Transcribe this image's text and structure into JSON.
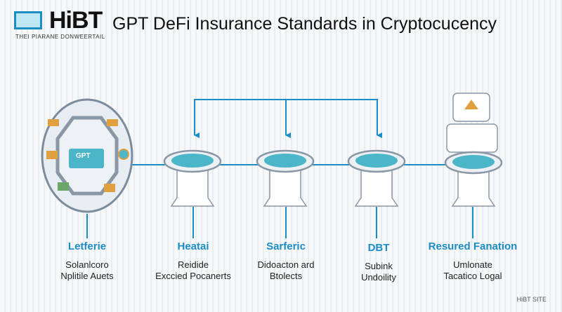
{
  "header": {
    "logo_text": "HiBT",
    "logo_subtitle": "THEI PIARANE DONWEERTAIL",
    "title": "GPT DeFi Insurance Standards in Cryptocucency"
  },
  "hub": {
    "label": "GPT"
  },
  "stages": [
    {
      "heading": "Letferie",
      "lines": [
        "Solanlcoro",
        "Nplitile Auets"
      ]
    },
    {
      "heading": "Heatai",
      "lines": [
        "Reidide",
        "Exccied Pocanerts"
      ]
    },
    {
      "heading": "Sarferic",
      "lines": [
        "Didoacton ard",
        "Btolects"
      ]
    },
    {
      "heading": "DBT",
      "lines": [
        "Subink",
        "Undoility"
      ]
    },
    {
      "heading": "Resured Fanation",
      "lines": [
        "Umlonate",
        "Tacatico Logal"
      ]
    }
  ],
  "footer": {
    "credit": "HiBT SITE"
  },
  "colors": {
    "accent": "#1b8cc4",
    "teal": "#4bb6c8",
    "gold": "#e0a040",
    "outline": "#8a97a6"
  }
}
